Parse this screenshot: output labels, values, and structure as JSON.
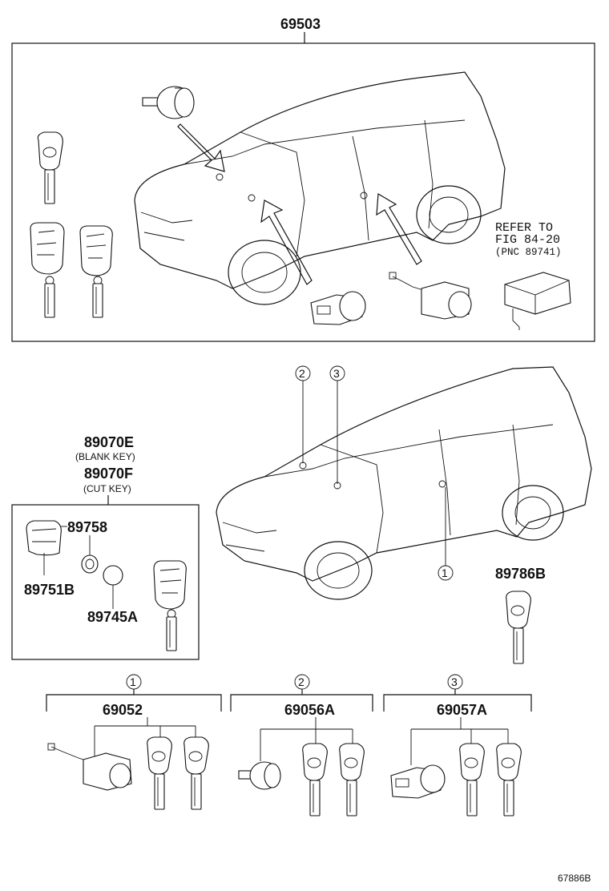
{
  "labels": {
    "top_assembly": "69503",
    "refer_line1": "REFER TO",
    "refer_line2": "FIG 84-20",
    "refer_line3": "(PNC 89741)",
    "key_e": "89070E",
    "blank_key": "(BLANK KEY)",
    "key_f": "89070F",
    "cut_key": "(CUT KEY)",
    "p89758": "89758",
    "p89751b": "89751B",
    "p89745a": "89745A",
    "p89786b": "89786B",
    "group1_part": "69052",
    "group2_part": "69056A",
    "group3_part": "69057A",
    "figure_id": "67886B"
  },
  "callouts": {
    "c1": "1",
    "c2": "2",
    "c3": "3"
  }
}
